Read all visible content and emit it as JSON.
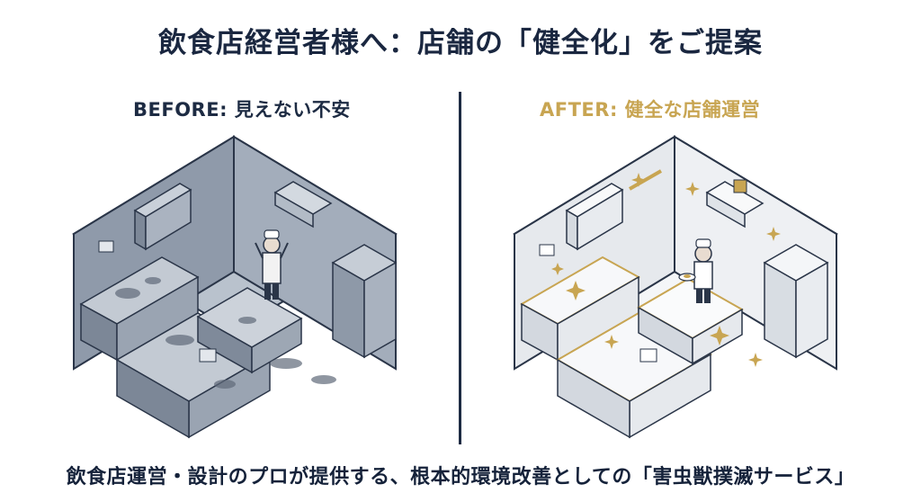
{
  "title": "飲食店経営者様へ：店舗の「健全化」をご提案",
  "before": {
    "heading": "BEFORE: 見えない不安"
  },
  "after": {
    "heading": "AFTER: 健全な店舗運営"
  },
  "footer": "飲食店運営・設計のプロが提供する、根本的環境改善としての「害虫獣撲滅サービス」",
  "colors": {
    "navy": "#1d2b43",
    "gold": "#c8a552",
    "dirty_gray": "#8d98a8",
    "clean_white": "#f4f6f8"
  }
}
